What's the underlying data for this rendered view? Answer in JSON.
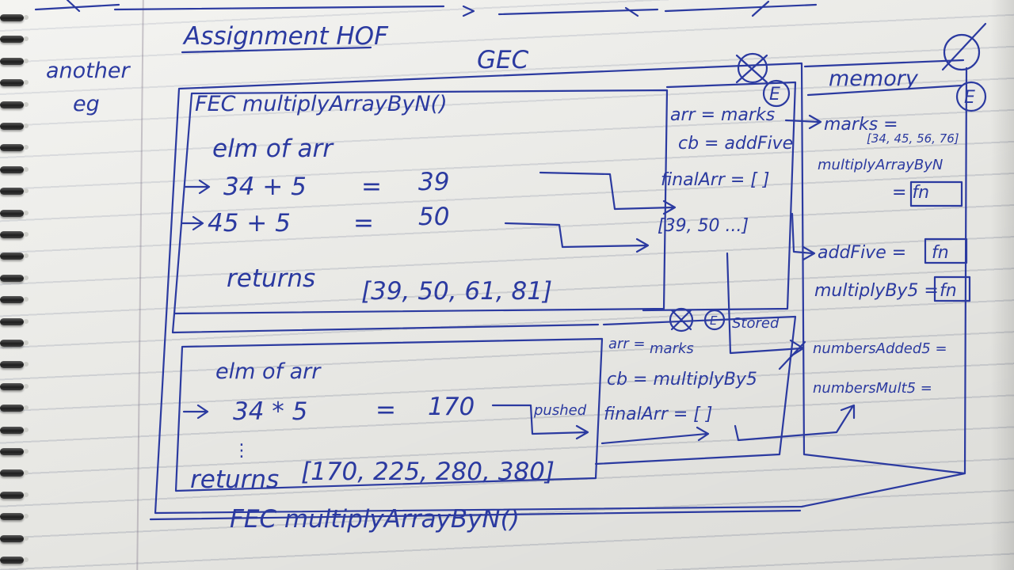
{
  "page": {
    "margin_note": [
      "another",
      "eg"
    ],
    "heading": "Assignment HOF",
    "gec_label": "GEC",
    "bottom_label": "FEC multiplyArrayByN()"
  },
  "fec_top": {
    "title": "FEC multiplyArrayByN()",
    "elm_label": "elm of arr",
    "steps": [
      {
        "expr": "34 + 5",
        "eq": "=",
        "result": "39"
      },
      {
        "expr": "45 + 5",
        "eq": "=",
        "result": "50"
      }
    ],
    "returns_label": "returns",
    "returns_value": "[39, 50, 61, 81]"
  },
  "fec_bottom": {
    "elm_label": "elm of arr",
    "step": {
      "expr": "34 * 5",
      "eq": "=",
      "result": "170"
    },
    "ellipsis": "⋮",
    "pushed_label": "pushed",
    "returns_label": "returns",
    "returns_value": "[170, 225, 280, 380]"
  },
  "ec_top": {
    "badge": "E",
    "lines": [
      "arr = marks",
      "cb = addFive",
      "finalArr = [ ]"
    ],
    "array": "[39, 50 ...]"
  },
  "ec_bottom": {
    "badge": "E",
    "stored_label": "Stored",
    "lines": [
      "arr =",
      "marks",
      "cb = multiplyBy5",
      "finalArr = [ ]"
    ]
  },
  "memory": {
    "title": "memory",
    "badge": "E",
    "rows": [
      {
        "label": "marks =",
        "value": "[34, 45, 56, 76]"
      },
      {
        "label": "multiplyArrayByN",
        "value": "= fn"
      },
      {
        "label": "addFive =",
        "value": "fn"
      },
      {
        "label": "multiplyBy5 =",
        "value": "fn"
      },
      {
        "label": "numbersAdded5 =",
        "value": ""
      },
      {
        "label": "numbersMult5 =",
        "value": ""
      }
    ]
  }
}
